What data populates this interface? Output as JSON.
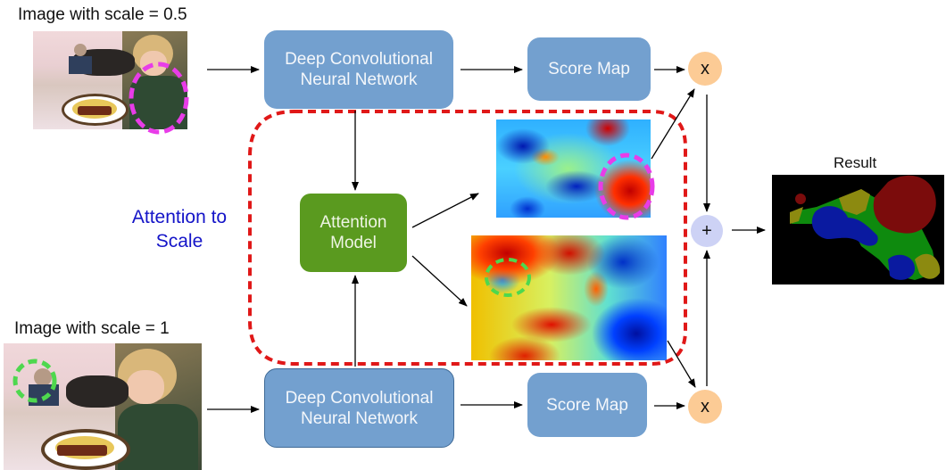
{
  "diagram": {
    "inputs": {
      "small": {
        "label": "Image with scale = 0.5",
        "highlight_color": "#e83ce8"
      },
      "large": {
        "label": "Image with scale = 1",
        "highlight_color": "#4ed84e"
      }
    },
    "dcnn": {
      "label_line1": "Deep Convolutional",
      "label_line2": "Neural Network"
    },
    "score_map": {
      "label": "Score Map"
    },
    "attention_model": {
      "label_line1": "Attention",
      "label_line2": "Model"
    },
    "attention_region": {
      "label_line1": "Attention to",
      "label_line2": "Scale",
      "color": "#1414c8",
      "border_color": "#e01818"
    },
    "ops": {
      "multiply": "x",
      "add": "+"
    },
    "result": {
      "label": "Result"
    },
    "colors": {
      "dcnn_fill": "#73a0cf",
      "attention_fill": "#5a9a1f",
      "multiply_fill": "#fccb95",
      "add_fill": "#cdd2f5"
    }
  }
}
